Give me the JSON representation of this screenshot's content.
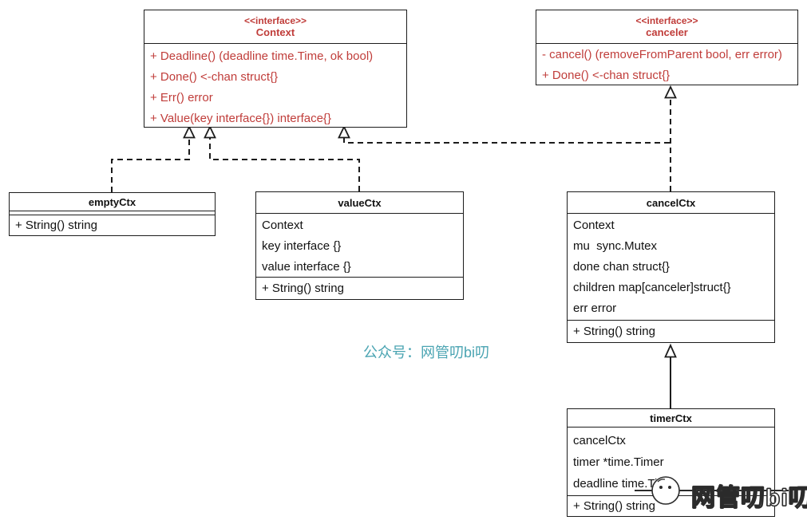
{
  "diagram": {
    "classes": {
      "context": {
        "stereotype": "<<interface>>",
        "name": "Context",
        "attributes": [],
        "methods": [
          "+ Deadline() (deadline time.Time, ok bool)",
          "+ Done() <-chan struct{}",
          "+ Err() error",
          "+ Value(key interface{}) interface{}"
        ]
      },
      "canceler": {
        "stereotype": "<<interface>>",
        "name": "canceler",
        "attributes": [],
        "methods": [
          "- cancel() (removeFromParent bool, err error)",
          "+ Done() <-chan struct{}"
        ]
      },
      "emptyCtx": {
        "name": "emptyCtx",
        "attributes": [],
        "methods": [
          "+ String() string"
        ]
      },
      "valueCtx": {
        "name": "valueCtx",
        "attributes": [
          "Context",
          "key interface {}",
          "value interface {}"
        ],
        "methods": [
          "+ String() string"
        ]
      },
      "cancelCtx": {
        "name": "cancelCtx",
        "attributes": [
          "Context",
          "mu  sync.Mutex",
          "done chan struct{}",
          "children map[canceler]struct{}",
          "err error"
        ],
        "methods": [
          "+ String() string"
        ]
      },
      "timerCtx": {
        "name": "timerCtx",
        "attributes": [
          "cancelCtx",
          "timer *time.Timer",
          "deadline time.Time"
        ],
        "methods": [
          "+ String() string"
        ]
      }
    },
    "relations": [
      {
        "from": "emptyCtx",
        "to": "Context",
        "type": "realization",
        "line": "dashed",
        "arrowhead": "hollow-triangle"
      },
      {
        "from": "valueCtx",
        "to": "Context",
        "type": "realization",
        "line": "dashed",
        "arrowhead": "hollow-triangle"
      },
      {
        "from": "cancelCtx",
        "to": "Context",
        "type": "realization",
        "line": "dashed",
        "arrowhead": "hollow-triangle"
      },
      {
        "from": "cancelCtx",
        "to": "canceler",
        "type": "realization",
        "line": "dashed",
        "arrowhead": "hollow-triangle"
      },
      {
        "from": "timerCtx",
        "to": "cancelCtx",
        "type": "generalization",
        "line": "solid",
        "arrowhead": "hollow-triangle"
      }
    ],
    "colors": {
      "interface_text": "#c03d3a",
      "class_text": "#111111",
      "border": "#1c1c1c",
      "watermark_teal": "#4aa4b2"
    },
    "watermarks": {
      "center": "公众号：网管叨bi叨",
      "logo": "网管叨bi叨"
    }
  }
}
